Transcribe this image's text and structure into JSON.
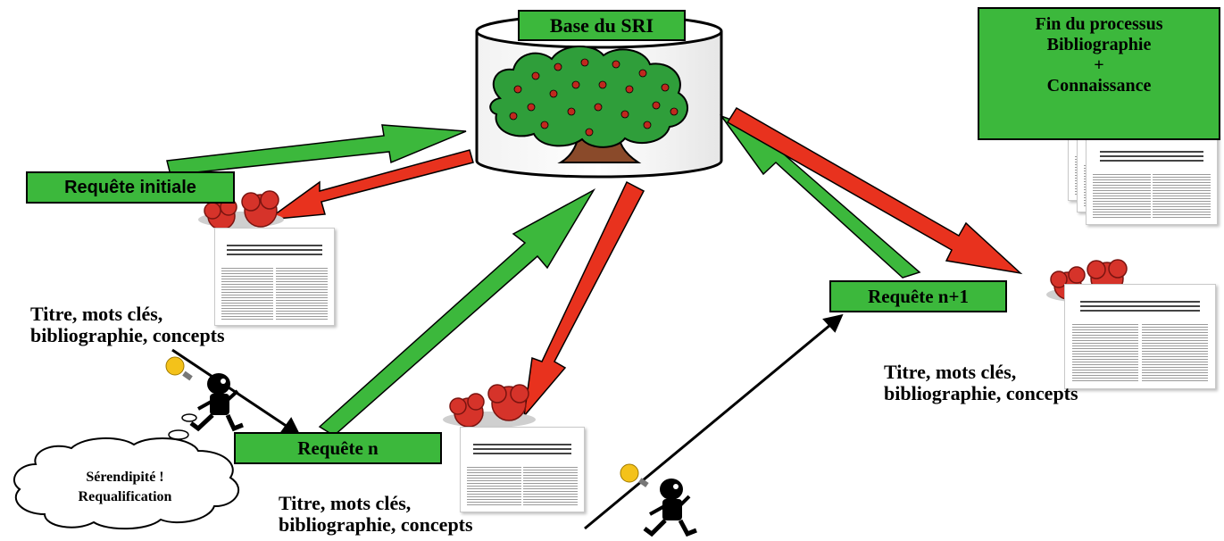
{
  "base_label": "Base du SRI",
  "end_box": {
    "line1": "Fin du processus",
    "line2": "Bibliographie",
    "line3": "+",
    "line4": "Connaissance"
  },
  "queries": {
    "initial": "Requête initiale",
    "n": "Requête n",
    "n1": "Requête n+1"
  },
  "captions": {
    "line1": "Titre, mots clés,",
    "line2": "bibliographie, concepts"
  },
  "bubble": {
    "line1": "Sérendipité !",
    "line2": "Requalification"
  },
  "colors": {
    "green": "#3cb83c",
    "red": "#e8321e",
    "berry": "#c0291e",
    "trunk": "#8a4a2a",
    "bulb": "#f4c21a"
  }
}
